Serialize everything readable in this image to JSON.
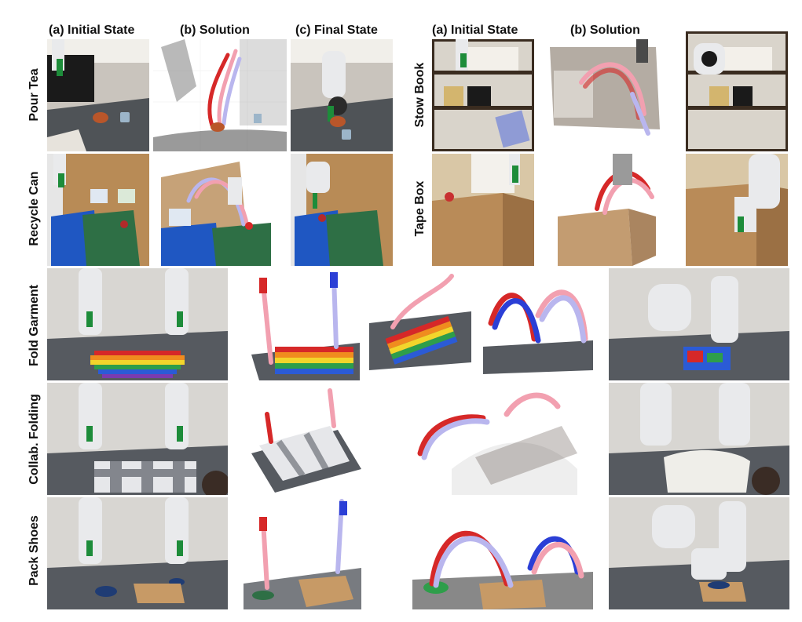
{
  "headers": {
    "left": {
      "initial": "(a) Initial State",
      "solution": "(b) Solution",
      "final": "(c) Final State"
    },
    "right": {
      "initial": "(a) Initial State",
      "solution": "(b) Solution"
    }
  },
  "rows": {
    "pour_tea": "Pour Tea",
    "recycle_can": "Recycle Can",
    "stow_book": "Stow Book",
    "tape_box": "Tape Box",
    "fold_garment": "Fold Garment",
    "collab_folding": "Collab. Folding",
    "pack_shoes": "Pack Shoes"
  },
  "colors": {
    "trajectory_red": "#d62828",
    "trajectory_pink": "#f2a0b0",
    "trajectory_blue": "#2b3fd6",
    "trajectory_lavender": "#b9b6ee",
    "robot_white": "#e9eaec",
    "gripper_green": "#1d8c3a",
    "counter_gray": "#565a60",
    "cardboard": "#b98b58"
  }
}
